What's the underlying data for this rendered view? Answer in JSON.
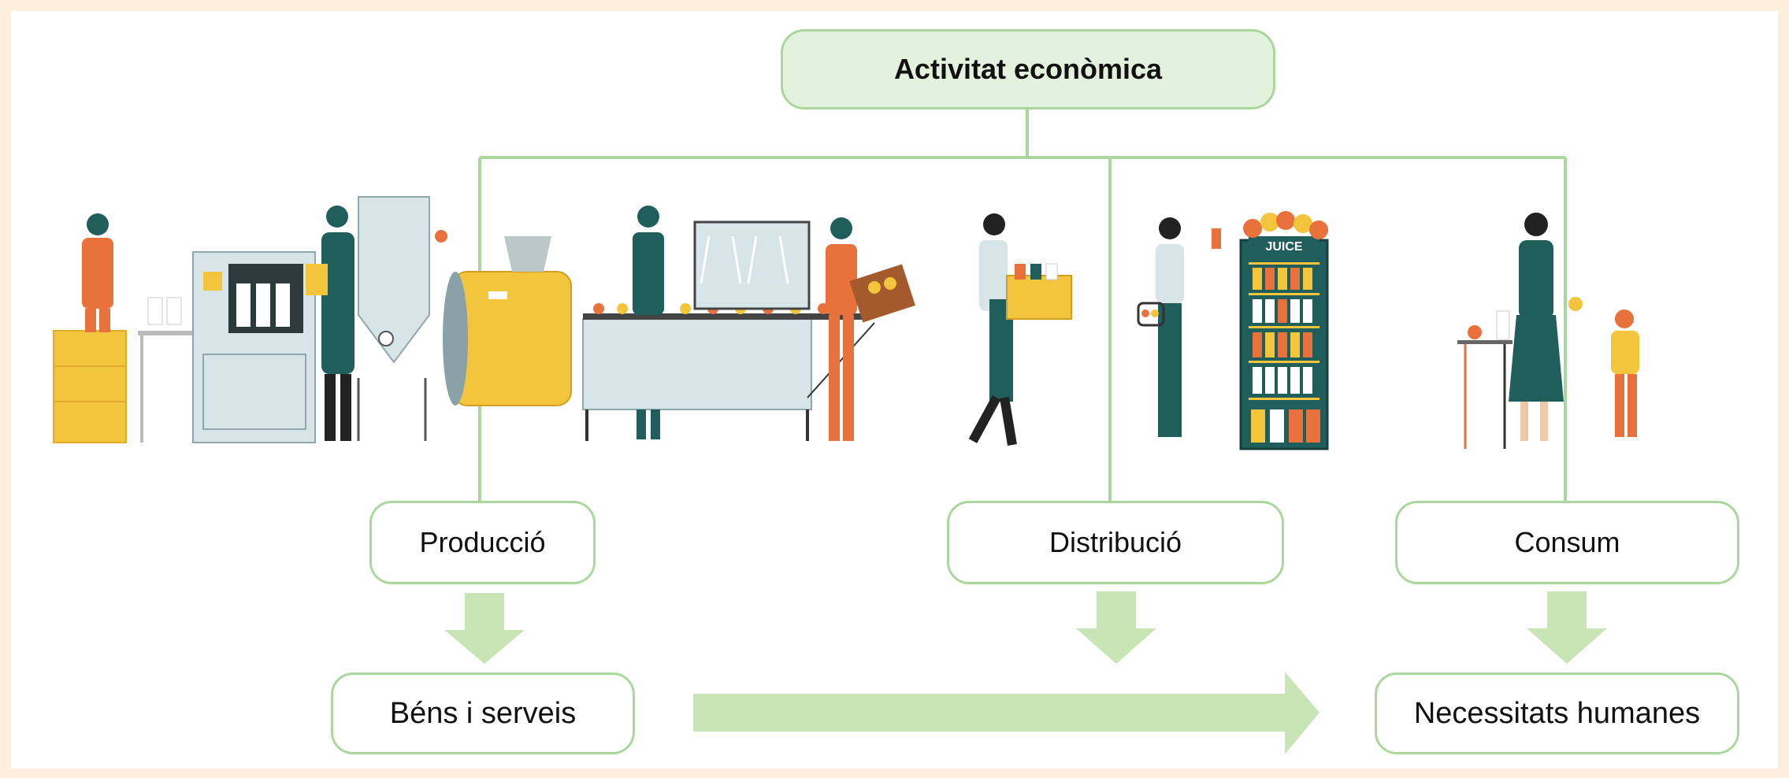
{
  "title": "Activitat econòmica",
  "stages": [
    {
      "label": "Producció"
    },
    {
      "label": "Distribució"
    },
    {
      "label": "Consum"
    }
  ],
  "outcomes": [
    {
      "label": "Béns i serveis"
    },
    {
      "label": "Necessitats humanes"
    }
  ],
  "illustration": {
    "shelf_label": "JUICE"
  },
  "colors": {
    "box_border": "#a9d79c",
    "title_fill": "#e3f2dc",
    "connector": "#a9d79c",
    "arrow": "#c9e4b5",
    "frame": "#fdeede",
    "teal": "#1f5e5b",
    "orange": "#e8713c",
    "yellow": "#f2c53d",
    "machine": "#d7e5e8"
  }
}
